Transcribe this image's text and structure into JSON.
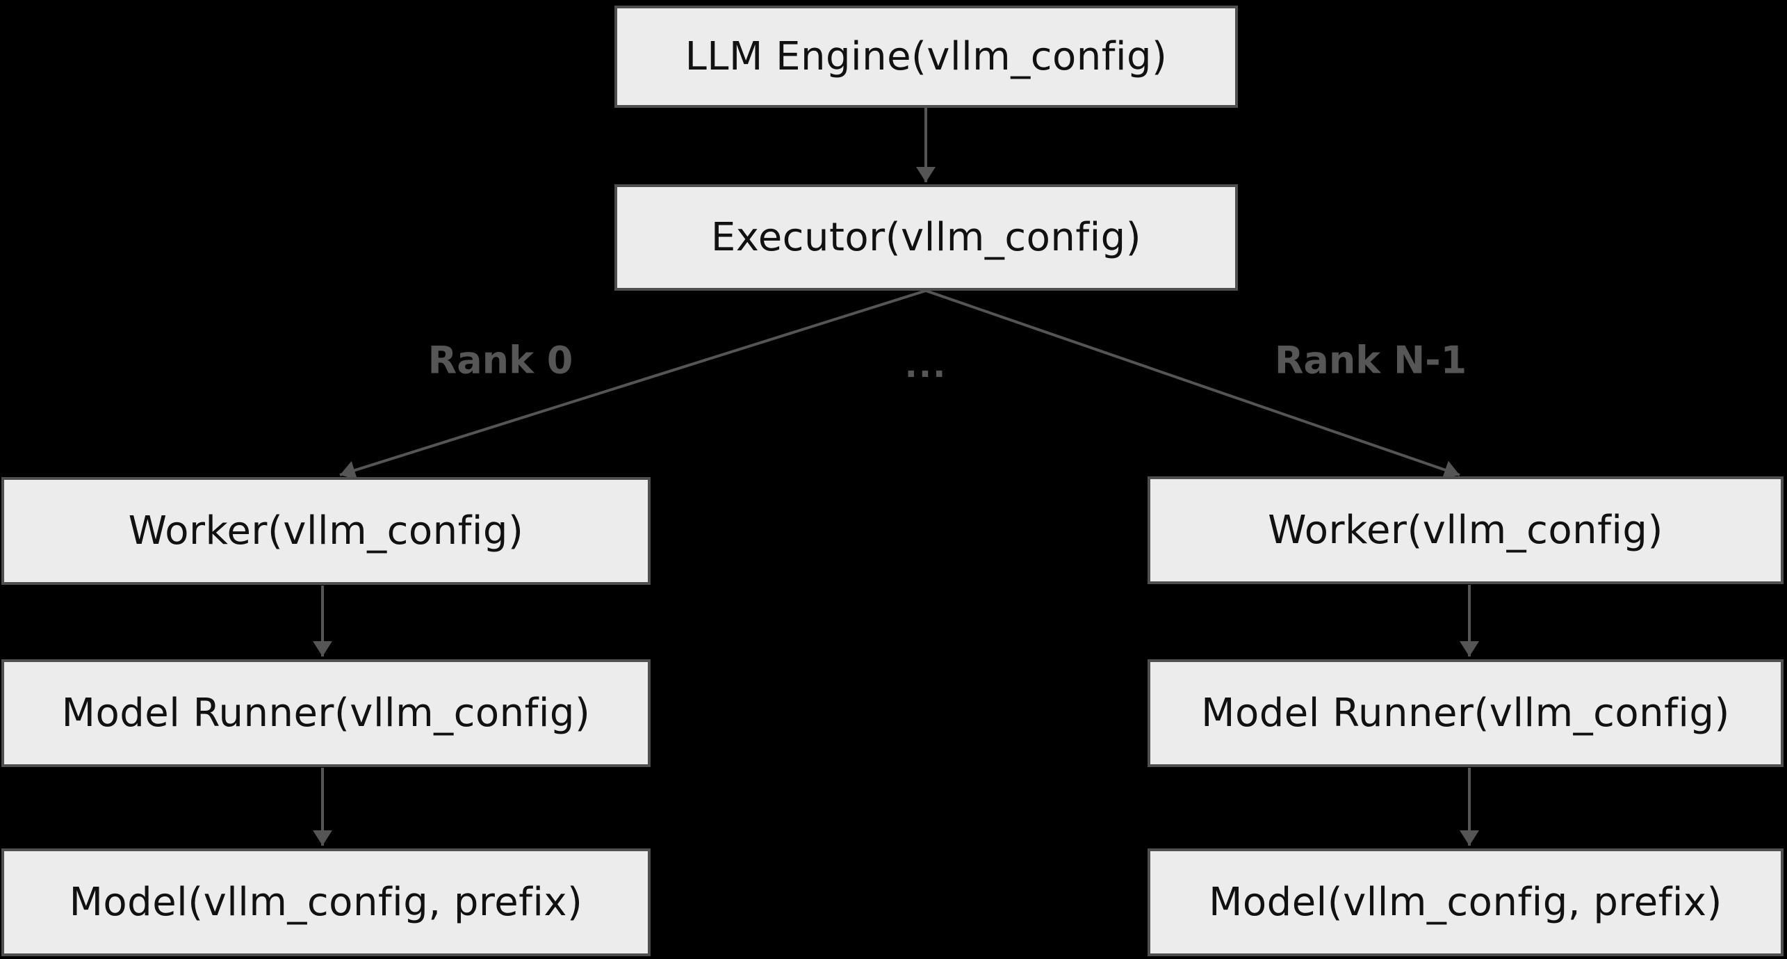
{
  "diagram_type": "flowchart",
  "nodes": {
    "llm_engine": {
      "label": "LLM Engine(vllm_config)"
    },
    "executor": {
      "label": "Executor(vllm_config)"
    },
    "worker_left": {
      "label": "Worker(vllm_config)"
    },
    "model_runner_left": {
      "label": "Model Runner(vllm_config)"
    },
    "model_left": {
      "label": "Model(vllm_config, prefix)"
    },
    "worker_right": {
      "label": "Worker(vllm_config)"
    },
    "model_runner_right": {
      "label": "Model Runner(vllm_config)"
    },
    "model_right": {
      "label": "Model(vllm_config, prefix)"
    }
  },
  "edge_labels": {
    "rank_0": "Rank 0",
    "dots": "...",
    "rank_n_minus_1": "Rank N-1"
  },
  "colors": {
    "background": "#000000",
    "node_fill": "#ececec",
    "node_border": "#4f4f4f",
    "node_text": "#111111",
    "edge": "#555555",
    "edge_label": "#565656"
  }
}
